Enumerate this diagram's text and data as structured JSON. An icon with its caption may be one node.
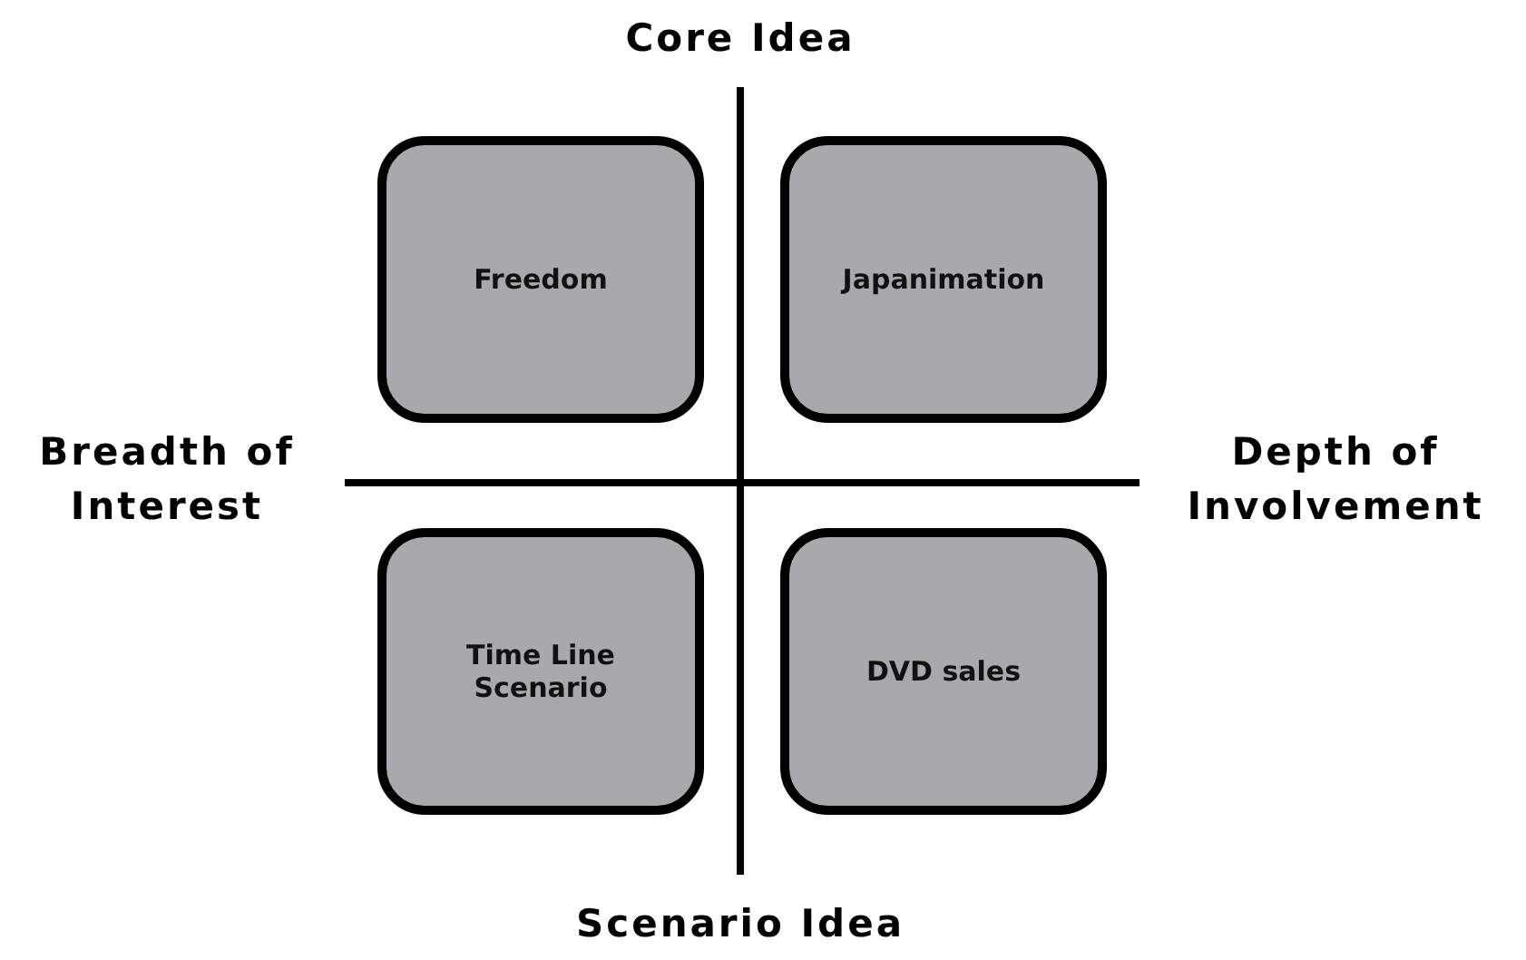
{
  "diagram": {
    "nodes": [
      {
        "text": [
          "Freedom"
        ]
      },
      {
        "text": [
          "Japanimation"
        ]
      },
      {
        "text": [
          "Time Line Scenario"
        ]
      },
      {
        "text": [
          "DVD sales"
        ]
      }
    ],
    "labels": [
      "Core Idea",
      "Breadth of Interest",
      "Depth of Involvement",
      "Scenario Idea"
    ]
  }
}
